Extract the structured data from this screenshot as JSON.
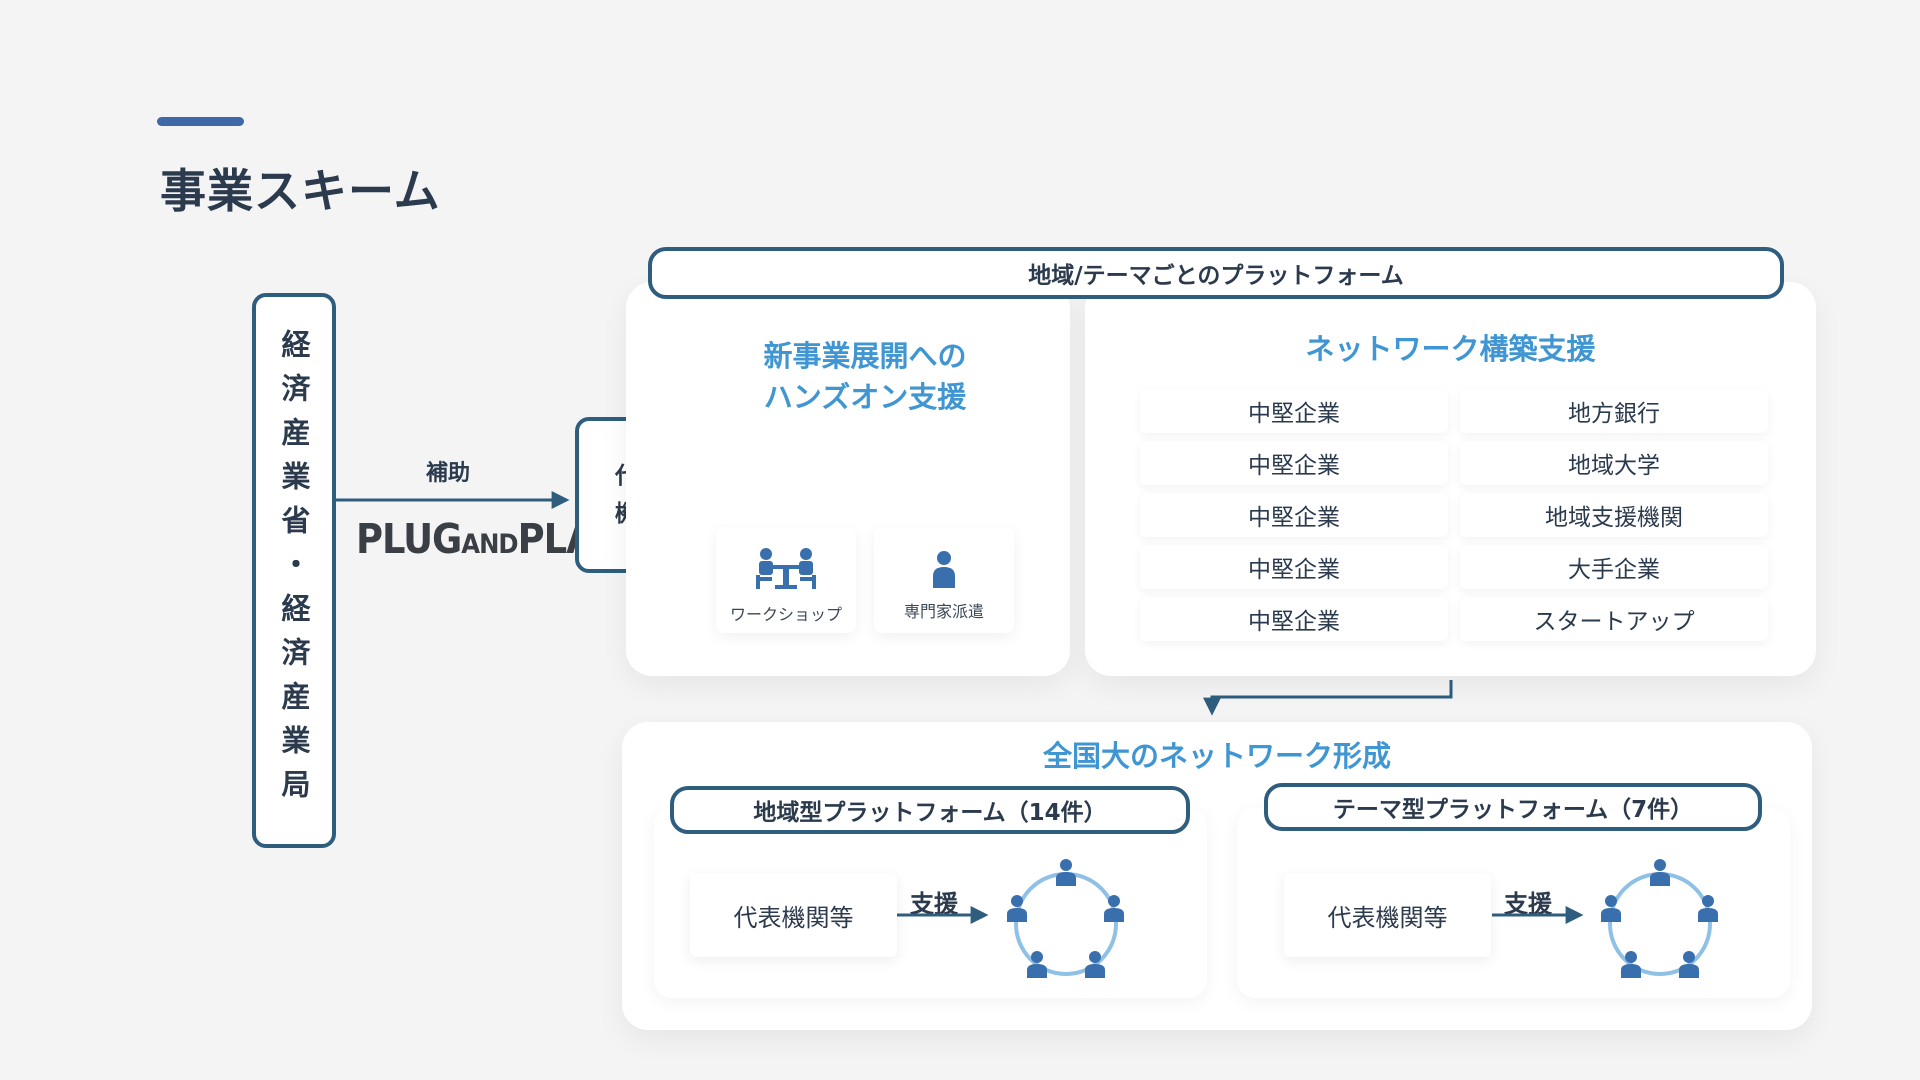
{
  "page": {
    "title": "事業スキーム"
  },
  "ministry": {
    "text": "経済産業省・経済産業局"
  },
  "subsidy": {
    "label": "補助",
    "logo_left": "PLUG",
    "logo_mid": "AND",
    "logo_right": "PLAY"
  },
  "rep_org": {
    "line1": "代表",
    "line2": "機関"
  },
  "platform": {
    "header": "地域/テーマごとのプラットフォーム"
  },
  "hands_on": {
    "title_line1": "新事業展開への",
    "title_line2": "ハンズオン支援",
    "cards": [
      {
        "label": "ワークショップ",
        "icon": "workshop-icon"
      },
      {
        "label": "専門家派遣",
        "icon": "person-icon"
      }
    ]
  },
  "network": {
    "title": "ネットワーク構築支援",
    "left_items": [
      "中堅企業",
      "中堅企業",
      "中堅企業",
      "中堅企業",
      "中堅企業"
    ],
    "right_items": [
      "地方銀行",
      "地域大学",
      "地域支援機関",
      "大手企業",
      "スタートアップ"
    ]
  },
  "nationwide": {
    "title": "全国大のネットワーク形成",
    "regional": {
      "header": "地域型プラットフォーム（14件）",
      "rep": "代表機関等",
      "support": "支援"
    },
    "theme": {
      "header": "テーマ型プラットフォーム（7件）",
      "rep": "代表機関等",
      "support": "支援"
    }
  },
  "colors": {
    "accent": "#3d6aa6",
    "heading_blue": "#3f96d2",
    "border": "#2e5d7e",
    "person": "#3a6fae",
    "circle": "#8fc0e6"
  }
}
